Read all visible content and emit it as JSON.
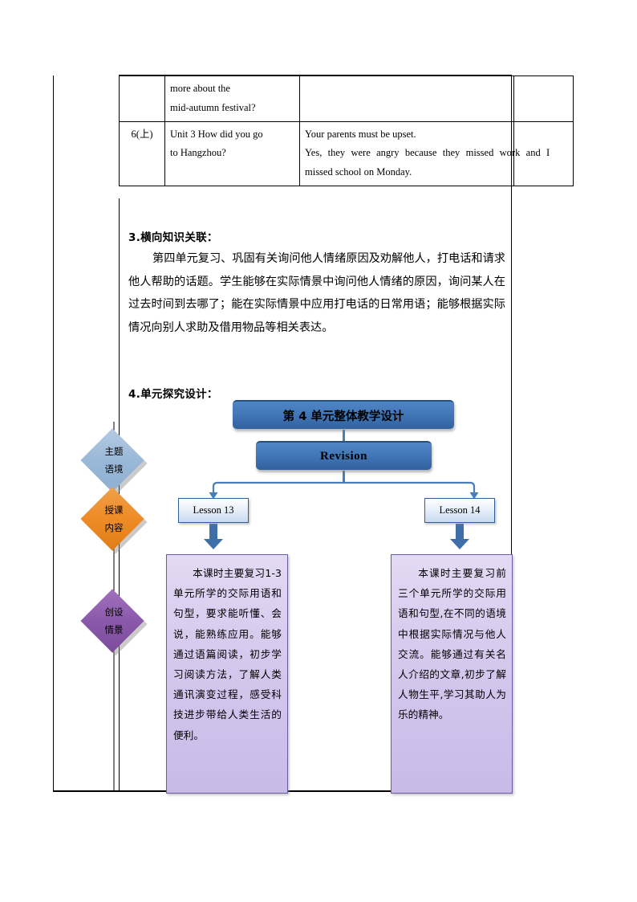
{
  "table": {
    "columns": [
      "term",
      "unit",
      "sentences",
      "notes"
    ],
    "rows": [
      {
        "term": "",
        "unit_lines": [
          "more about the",
          "mid-autumn  festival?"
        ],
        "sentences": [],
        "notes": ""
      },
      {
        "term": "6(上)",
        "unit_lines": [
          "Unit 3 How did you go",
          "to Hangzhou?"
        ],
        "sentences": [
          "Your parents must be upset.",
          "Yes, they were angry because they missed work and I",
          "missed school on Monday."
        ],
        "notes": ""
      }
    ]
  },
  "section3": {
    "heading": "3.横向知识关联：",
    "paragraph": "第四单元复习、巩固有关询问他人情绪原因及劝解他人，打电话和请求他人帮助的话题。学生能够在实际情景中询问他人情绪的原因，询问某人在过去时间到去哪了；能在实际情景中应用打电话的日常用语；能够根据实际情况向别人求助及借用物品等相关表达。"
  },
  "section4": {
    "heading": "4.单元探究设计：",
    "diagram": {
      "title_box": "第 4 单元整体教学设计",
      "revision_box": "Revision",
      "lesson_boxes": [
        {
          "label": "Lesson 13"
        },
        {
          "label": "Lesson 14"
        }
      ],
      "diamonds": [
        {
          "name": "theme-context",
          "line1": "主题",
          "line2": "语境",
          "color": "#9ab8d8"
        },
        {
          "name": "teaching-content",
          "line1": "授课",
          "line2": "内容",
          "color": "#ee8b26"
        },
        {
          "name": "scene-creation",
          "line1": "创设",
          "line2": "情景",
          "color": "#8b59aa"
        }
      ],
      "descriptions": [
        {
          "for": "Lesson 13",
          "text": "本课时主要复习1-3 单元所学的交际用语和句型，要求能听懂、会说，能熟练应用。能够通过语篇阅读，初步学习阅读方法，了解人类通讯演变过程，感受科技进步带给人类生活的便利。"
        },
        {
          "for": "Lesson 14",
          "text": "本课时主要复习前三个单元所学的交际用语和句型,在不同的语境中根据实际情况与他人交流。能够通过有关名人介绍的文章,初步了解人物生平,学习其助人为乐的精神。"
        }
      ],
      "colors": {
        "box_blue_top": "#5185c5",
        "box_blue_bottom": "#32619f",
        "lesson_border": "#2e5f96",
        "desc_fill": "#d7cbee",
        "desc_border": "#6b5ba0",
        "connector": "#4a7ebb",
        "arrow": "#3f6fa8"
      }
    }
  }
}
